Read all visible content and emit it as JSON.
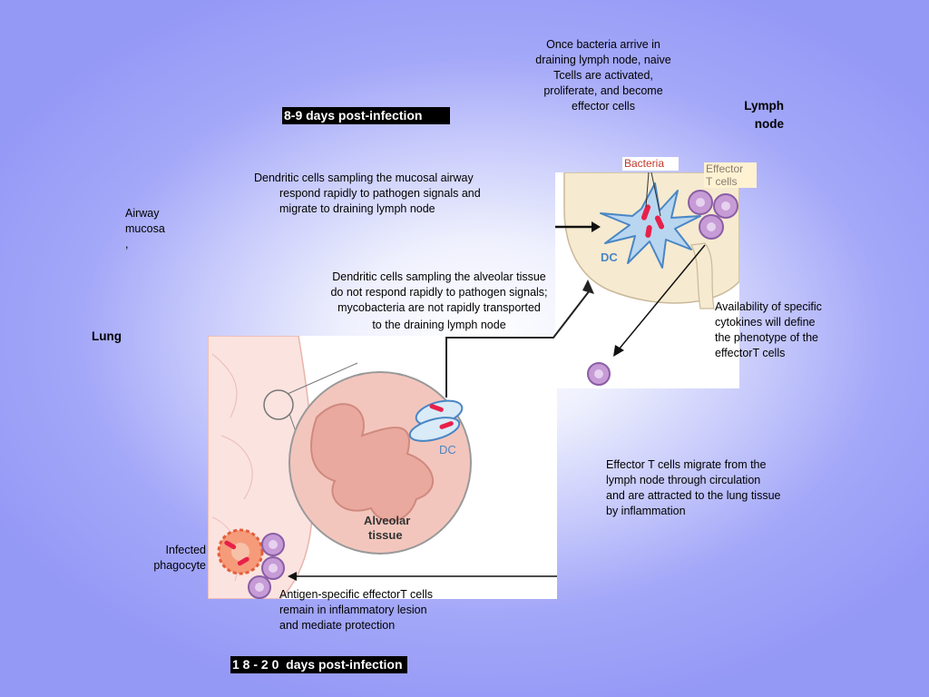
{
  "top_note": {
    "lines": [
      "Once bacteria arrive in",
      "draining lymph node, naive",
      "Tcells are activated,",
      "proliferate, and become",
      "effector cells"
    ]
  },
  "lymph_node_label": {
    "lines": [
      "Lymph",
      "node"
    ]
  },
  "banner_top": "8-9 days post-infection",
  "banner_bottom": "1 8 - 2 0  days post-infection",
  "dc_mucosa_note": {
    "lines": [
      "Dendritic cells sampling the mucosal airway",
      "respond rapidly to pathogen signals and",
      "migrate to draining lymph node"
    ]
  },
  "airway_label": {
    "lines": [
      "Airway",
      "mucosa",
      ","
    ]
  },
  "dc_alveolar_note": {
    "lines": [
      "Dendritic cells sampling the alveolar tissue",
      "do not respond rapidly to pathogen signals;",
      "mycobacteria are not rapidly transported",
      "to the draining lymph node"
    ]
  },
  "lung_label": "Lung",
  "cytokine_note": {
    "lines": [
      "Availability of specific",
      "cytokines will define",
      "the phenotype of the",
      "effectorT cells"
    ]
  },
  "migrate_note": {
    "lines": [
      "Effector T cells migrate from the",
      "lymph node through circulation",
      "and are attracted to the lung tissue",
      "by inflammation"
    ]
  },
  "infected_label": {
    "lines": [
      "Infected",
      "phagocyte"
    ]
  },
  "protection_note": {
    "lines": [
      "Antigen-specific effectorT cells",
      "remain in inflammatory lesion",
      "and mediate protection"
    ]
  },
  "diagram_labels": {
    "bacteria": "Bacteria",
    "effector_t_cells": [
      "Effector",
      "T cells"
    ],
    "dc_lymph": "DC",
    "dc_alveolar": "DC",
    "alveolar": [
      "Alveolar",
      "tissue"
    ]
  },
  "colors": {
    "bacteria_red": "#e8204a",
    "dc_blue": "#5a8fc8",
    "tcell_purple": "#b07cc4",
    "lymph_beige": "#f6ead0",
    "tissue_pink": "#e9a99e"
  }
}
